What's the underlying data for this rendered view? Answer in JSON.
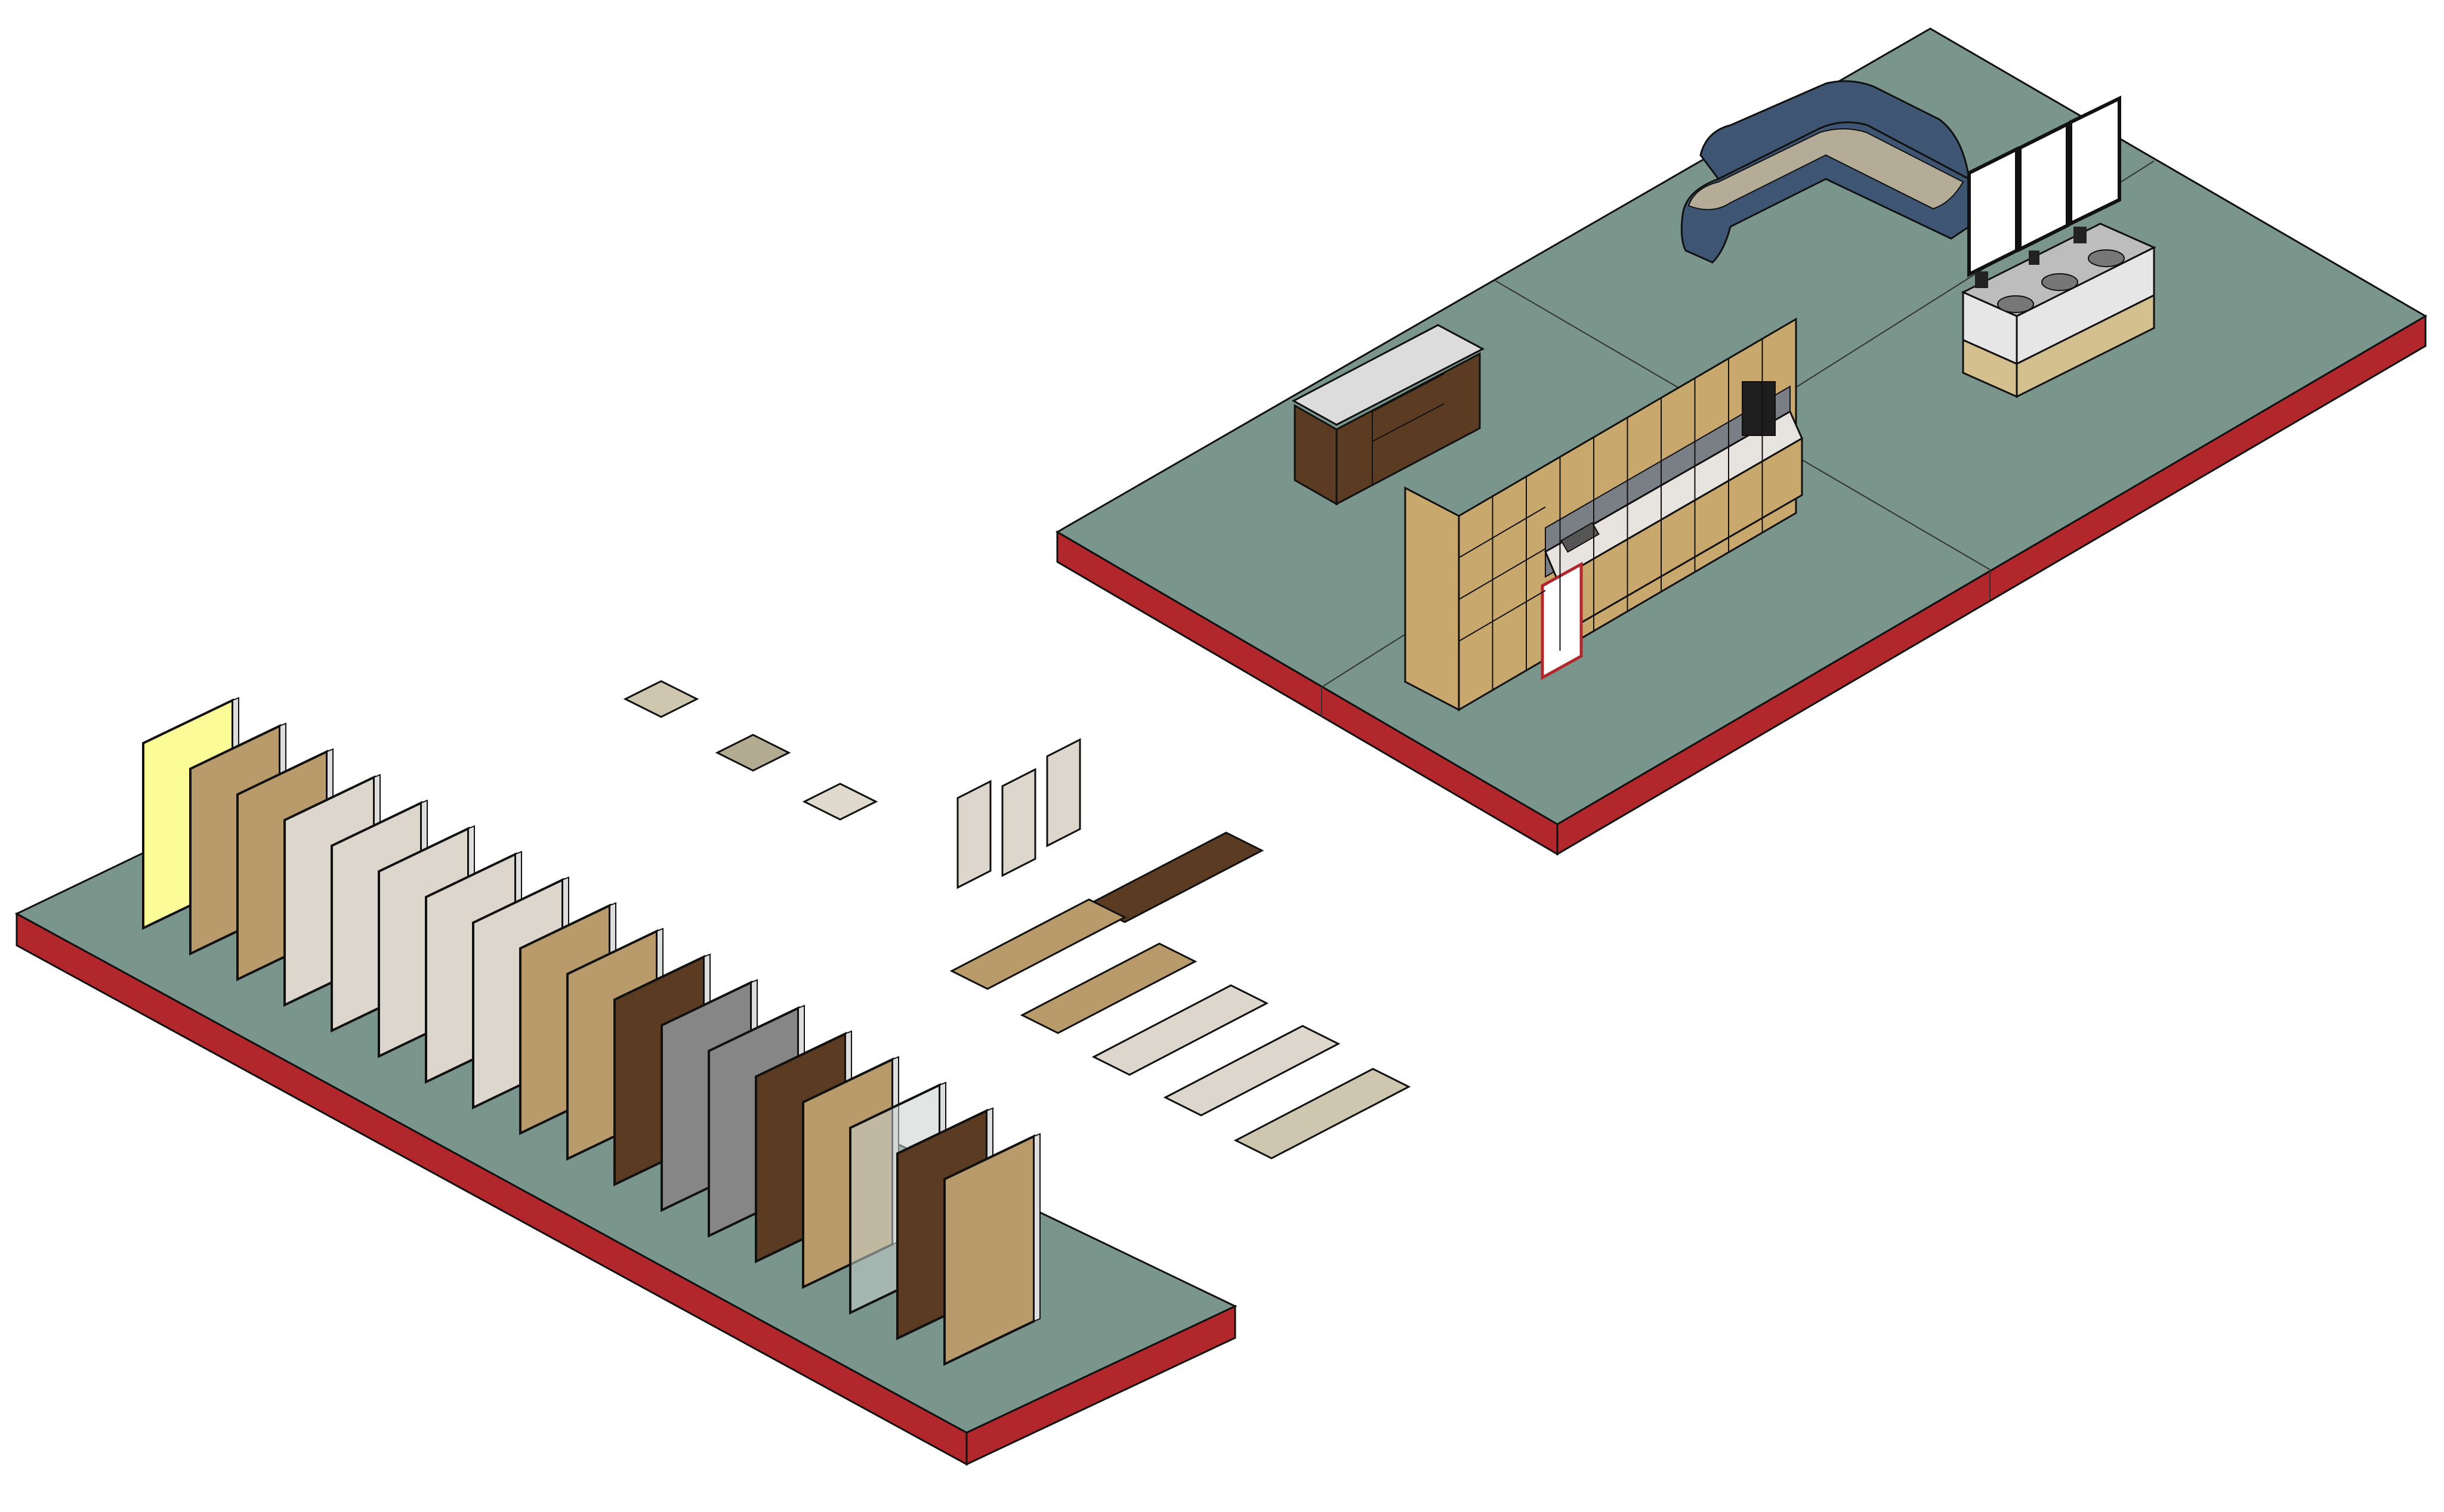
{
  "colors": {
    "background": "#ffffff",
    "platform_top": "#7a958c",
    "platform_side": "#b2272b",
    "outline": "#111111",
    "light_oak": "#b99a6a",
    "white_laminate": "#ddd6cc",
    "dark_walnut": "#5b3c22",
    "grey": "#868686",
    "highlight_yellow": "#fbfb98",
    "sofa_blue": "#3e5673",
    "sofa_cushion": "#b4ac96",
    "beige": "#cfc6b0",
    "glass": "#c9d2cf"
  },
  "scene": {
    "panel_colors": [
      "highlight_yellow",
      "light_oak",
      "light_oak",
      "white_laminate",
      "white_laminate",
      "white_laminate",
      "white_laminate",
      "white_laminate",
      "light_oak",
      "light_oak",
      "dark_walnut",
      "grey",
      "grey",
      "dark_walnut",
      "light_oak",
      "glass",
      "dark_walnut",
      "light_oak"
    ],
    "tile_colors": [
      "beige",
      "#b3aa92",
      "#e0d9cd"
    ],
    "strip_colors": [
      "dark_walnut",
      "light_oak",
      "light_oak",
      "white_laminate",
      "white_laminate",
      "beige"
    ]
  }
}
